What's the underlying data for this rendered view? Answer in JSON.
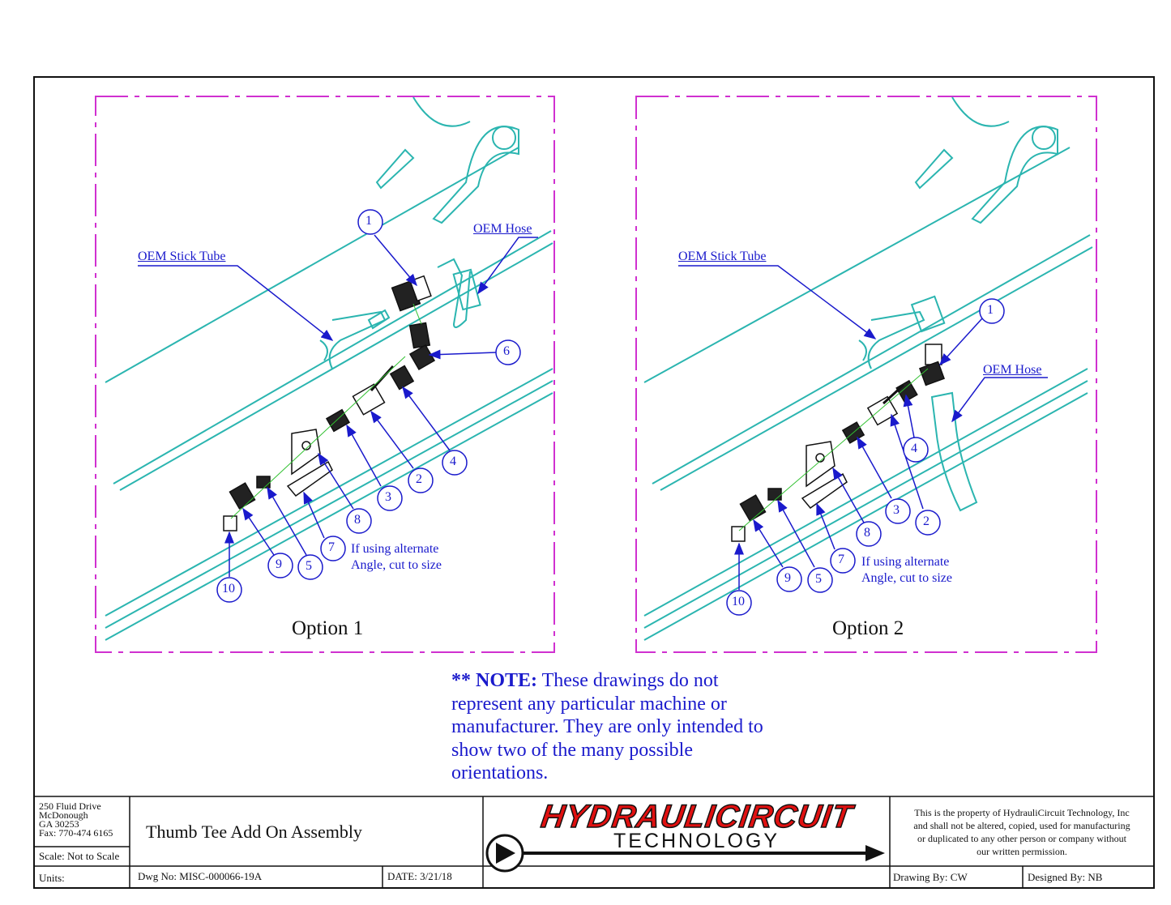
{
  "options": [
    {
      "title": "Option 1",
      "callouts": {
        "oem_stick_tube": "OEM Stick Tube",
        "oem_hose": "OEM Hose",
        "alt_angle": "If using alternate Angle, cut to size"
      },
      "balloons": [
        "1",
        "6",
        "4",
        "2",
        "3",
        "8",
        "7",
        "5",
        "9",
        "10"
      ]
    },
    {
      "title": "Option 2",
      "callouts": {
        "oem_stick_tube": "OEM Stick Tube",
        "oem_hose": "OEM Hose",
        "alt_angle": "If using alternate Angle, cut to size"
      },
      "balloons": [
        "1",
        "4",
        "3",
        "2",
        "8",
        "7",
        "5",
        "9",
        "10"
      ]
    }
  ],
  "note": {
    "prefix": "** NOTE:",
    "text": "These drawings do not represent any particular machine or manufacturer. They are only intended to show two of the many possible orientations."
  },
  "title_block": {
    "address": [
      "250 Fluid Drive",
      "McDonough",
      "GA 30253",
      "Fax: 770-474 6165"
    ],
    "scale": "Scale: Not to Scale",
    "units": "Units:",
    "drawing_title": "Thumb Tee Add On Assembly",
    "dwg_no": "Dwg No:  MISC-000066-19A",
    "date": "DATE: 3/21/18",
    "logo_main": "HYDRAULICIRCUIT",
    "logo_sub": "TECHNOLOGY",
    "disclaimer": [
      "This is the property of HydrauliCircuit Technology, Inc",
      "and shall not be altered, copied, used for manufacturing",
      "or duplicated to any other person or company without",
      "our written permission."
    ],
    "drawing_by": "Drawing By: CW",
    "designed_by": "Designed By: NB"
  },
  "colors": {
    "outline": "#2bb5b0",
    "callout": "#1a1acc",
    "frame": "#d030d0",
    "logo": "#e01010",
    "green": "#30c030"
  }
}
